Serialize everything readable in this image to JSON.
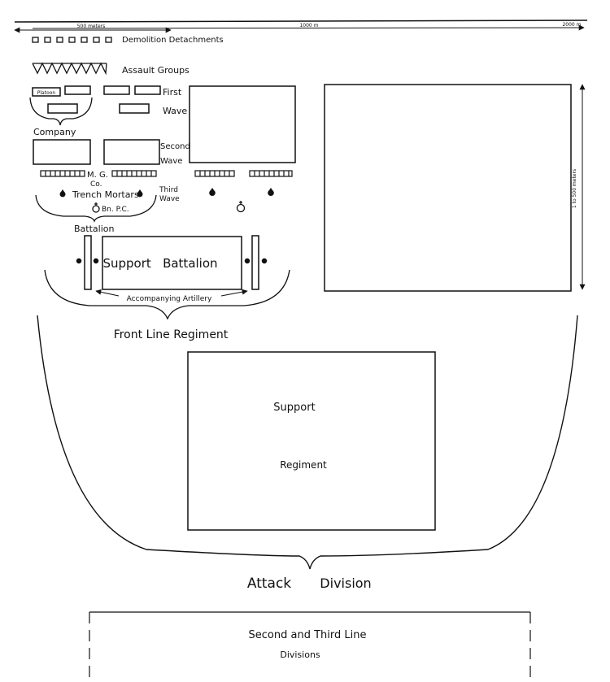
{
  "scale": {
    "left_label": "500 meters",
    "mid_label": "1000 m",
    "right_label": "2000 m"
  },
  "legend": {
    "demolition": "Demolition Detachments",
    "assault": "Assault Groups"
  },
  "battalion": {
    "platoon": "Platoon",
    "first_wave": [
      "First",
      "Wave"
    ],
    "company": "Company",
    "second_wave": [
      "Second",
      "Wave"
    ],
    "mg_co": [
      "M. G.",
      "Co."
    ],
    "trench_mortars": "Trench Mortars",
    "third_wave": [
      "Third",
      "Wave"
    ],
    "bn_pc": "Bn. P.C.",
    "title": "Battalion"
  },
  "support_battalion": "Support   Battalion",
  "accompanying_artillery": "Accompanying Artillery",
  "front_line_regiment": "Front Line Regiment",
  "depth_label": "1 to 500 meters",
  "support_regiment": [
    "Support",
    "Regiment"
  ],
  "attack_division": [
    "Attack",
    "Division"
  ],
  "second_third_line": [
    "Second and Third Line",
    "Divisions"
  ]
}
